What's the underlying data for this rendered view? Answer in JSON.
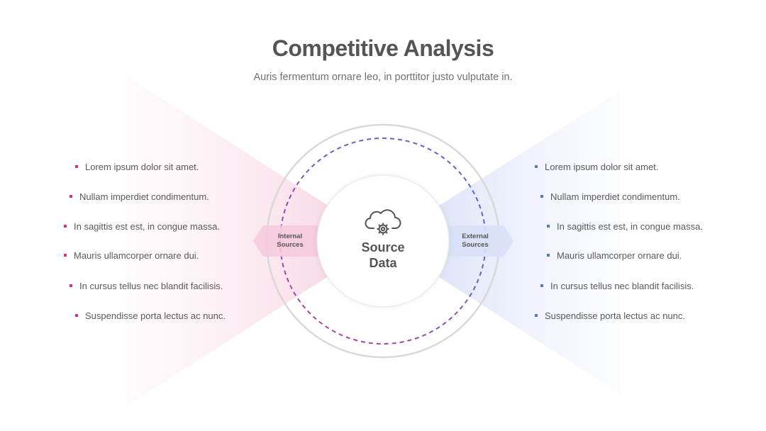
{
  "header": {
    "title": "Competitive Analysis",
    "subtitle": "Auris fermentum ornare leo, in porttitor justo vulputate in."
  },
  "center": {
    "label_line1": "Source",
    "label_line2": "Data",
    "icon": "cloud-gear-icon"
  },
  "internal": {
    "label_line1": "Internal",
    "label_line2": "Sources",
    "items": [
      "Lorem ipsum dolor sit amet.",
      "Nullam imperdiet condimentum.",
      "In sagittis est est, in congue massa.",
      "Mauris ullamcorper ornare dui.",
      "In cursus tellus nec blandit facilisis.",
      "Suspendisse porta lectus ac nunc."
    ]
  },
  "external": {
    "label_line1": "External",
    "label_line2": "Sources",
    "items": [
      "Lorem ipsum dolor sit amet.",
      "Nullam imperdiet condimentum.",
      "In sagittis est est, in congue massa.",
      "Mauris ullamcorper ornare dui.",
      "In cursus tellus nec blandit facilisis.",
      "Suspendisse porta lectus ac nunc."
    ]
  },
  "colors": {
    "pink_accent": "#d6347a",
    "blue_accent": "#5577c4",
    "pink_fill": "#f7d3e4",
    "blue_fill": "#dde3f8",
    "text_dark": "#555555",
    "text_body": "#5a5a5a"
  }
}
